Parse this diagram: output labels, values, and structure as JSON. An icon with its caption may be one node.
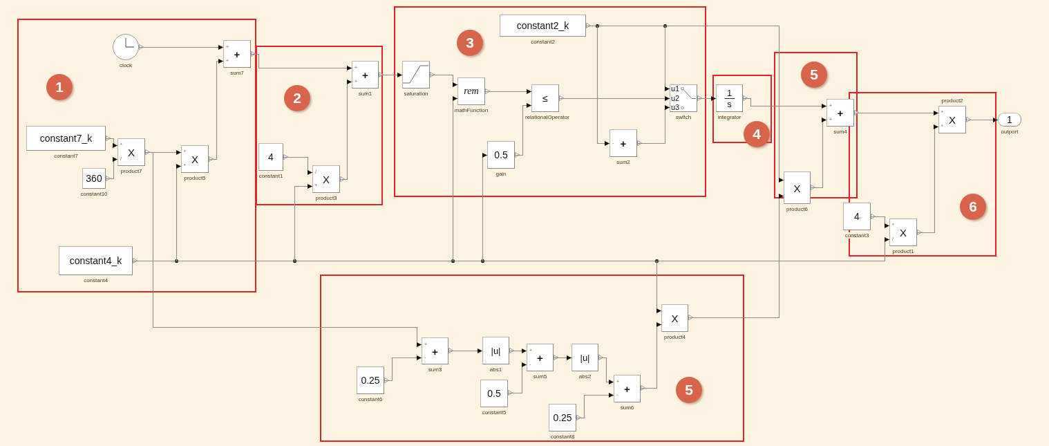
{
  "diagram": {
    "nodes": [
      {
        "text": [
          "1"
        ]
      },
      {
        "text": [],
        "shape": "circle",
        "in": 0,
        "beside": [
          "clock"
        ]
      },
      {
        "text": [
          "+",
          "+",
          "+"
        ],
        "in": 0,
        "beside": [
          "sum7"
        ]
      },
      {
        "text": [
          "constant7_k"
        ],
        "in": 0,
        "beside": [
          "constant7"
        ]
      },
      {
        "text": [
          "*",
          "X",
          "/"
        ],
        "in": 0,
        "beside": [
          "product7"
        ]
      },
      {
        "text": [
          "360"
        ],
        "in": 0,
        "beside": [
          "constant10"
        ]
      },
      {
        "text": [
          "*",
          "X",
          "*"
        ],
        "in": 0,
        "beside": [
          "product5"
        ]
      },
      {
        "text": [
          "constant4_k"
        ],
        "in": 0,
        "beside": [
          "constant4"
        ]
      },
      {
        "text": [
          "2"
        ]
      },
      {
        "text": [
          "+",
          "+",
          "+"
        ],
        "in": 8,
        "beside": [
          "sum1"
        ]
      },
      {
        "text": [
          "4"
        ],
        "in": 8,
        "beside": [
          "constant1"
        ]
      },
      {
        "text": [
          "/",
          "X",
          "*"
        ],
        "in": 8,
        "beside": [
          "product3"
        ]
      },
      {
        "text": [
          "3"
        ]
      },
      {
        "text": [
          "constant2_k"
        ],
        "in": 12,
        "beside": [
          "constant2"
        ]
      },
      {
        "text": [],
        "shape": "box",
        "in": 12,
        "beside": [
          "saturation"
        ]
      },
      {
        "text": [
          "rem"
        ],
        "in": 12,
        "beside": [
          "mathFunction"
        ]
      },
      {
        "text": [
          "≤"
        ],
        "in": 12,
        "beside": [
          "relationalOperator"
        ]
      },
      {
        "text": [
          "u1",
          "u2",
          "u3"
        ],
        "in": 12,
        "beside": [
          "switch"
        ]
      },
      {
        "text": [
          "-",
          "+"
        ],
        "in": 12,
        "beside": [
          "sum2"
        ]
      },
      {
        "text": [
          "0.5"
        ],
        "in": 12,
        "beside": [
          "gain"
        ]
      },
      {
        "text": [
          "4"
        ]
      },
      {
        "text": [
          "1",
          "s"
        ],
        "in": 20,
        "beside": [
          "integrator"
        ]
      },
      {
        "text": [
          "5"
        ]
      },
      {
        "text": [
          "+",
          "+",
          "+"
        ],
        "in": 22,
        "beside": [
          "sum4"
        ]
      },
      {
        "text": [
          "X"
        ],
        "beside": [
          "product6"
        ]
      },
      {
        "text": [
          "6"
        ]
      },
      {
        "text": [
          "*",
          "X",
          "*"
        ],
        "in": 25,
        "beside": [
          "product2"
        ]
      },
      {
        "text": [
          "1"
        ],
        "beside": [
          "outport"
        ]
      },
      {
        "text": [
          "4"
        ],
        "beside": [
          "constant3"
        ]
      },
      {
        "text": [
          "*",
          "X",
          "/"
        ],
        "in": 25,
        "beside": [
          "product1"
        ]
      },
      {
        "text": [
          "5"
        ]
      },
      {
        "text": [
          "X"
        ],
        "in": 30,
        "beside": [
          "product4"
        ]
      },
      {
        "text": [
          "+",
          "+",
          "-"
        ],
        "in": 30,
        "beside": [
          "sum3"
        ]
      },
      {
        "text": [
          "|u|"
        ],
        "in": 30,
        "beside": [
          "abs1"
        ]
      },
      {
        "text": [
          "+",
          "+",
          "-"
        ],
        "in": 30,
        "beside": [
          "sum5"
        ]
      },
      {
        "text": [
          "|u|"
        ],
        "in": 30,
        "beside": [
          "abs2"
        ]
      },
      {
        "text": [
          "0.25"
        ],
        "in": 30,
        "beside": [
          "constant6"
        ]
      },
      {
        "text": [
          "+",
          "+",
          "-"
        ],
        "in": 30,
        "beside": [
          "sum6"
        ]
      },
      {
        "text": [
          "0.5"
        ],
        "in": 30,
        "beside": [
          "constant5"
        ]
      },
      {
        "text": [
          "0.25"
        ],
        "in": 30,
        "beside": [
          "constant8"
        ]
      }
    ],
    "edges": [
      {
        "from": 1,
        "to": 2,
        "arrow": "to"
      },
      {
        "from": 2,
        "to": 9,
        "arrow": "to"
      },
      {
        "from": 3,
        "to": 4,
        "arrow": "to"
      },
      {
        "from": 5,
        "to": 4,
        "arrow": "to"
      },
      {
        "from": 4,
        "to": 6,
        "arrow": "to"
      },
      {
        "from": 6,
        "to": 2,
        "arrow": "to"
      },
      {
        "from": 7,
        "to": 6,
        "arrow": "to"
      },
      {
        "from": 4,
        "to": 32,
        "arrow": "to"
      },
      {
        "from": 7,
        "to": 11,
        "arrow": "to"
      },
      {
        "from": 10,
        "to": 11,
        "arrow": "to"
      },
      {
        "from": 11,
        "to": 9,
        "arrow": "to"
      },
      {
        "from": 9,
        "to": 14,
        "arrow": "to"
      },
      {
        "from": 14,
        "to": 15,
        "arrow": "to"
      },
      {
        "from": 7,
        "to": 15,
        "arrow": "to"
      },
      {
        "from": 15,
        "to": 16,
        "arrow": "to"
      },
      {
        "from": 7,
        "to": 19,
        "arrow": "to"
      },
      {
        "from": 19,
        "to": 16,
        "arrow": "to"
      },
      {
        "from": 13,
        "to": 18,
        "arrow": "to"
      },
      {
        "from": 13,
        "to": 17,
        "arrow": "to"
      },
      {
        "from": 16,
        "to": 17,
        "arrow": "to"
      },
      {
        "from": 18,
        "to": 17,
        "arrow": "to"
      },
      {
        "from": 17,
        "to": 21,
        "arrow": "to"
      },
      {
        "from": 21,
        "to": 23,
        "arrow": "to"
      },
      {
        "from": 13,
        "to": 24,
        "arrow": "to"
      },
      {
        "from": 31,
        "to": 24,
        "arrow": "to"
      },
      {
        "from": 24,
        "to": 23,
        "arrow": "to"
      },
      {
        "from": 23,
        "to": 26,
        "arrow": "to"
      },
      {
        "from": 26,
        "to": 27,
        "arrow": "to"
      },
      {
        "from": 28,
        "to": 29,
        "arrow": "to"
      },
      {
        "from": 7,
        "to": 29,
        "arrow": "to"
      },
      {
        "from": 29,
        "to": 26,
        "arrow": "to"
      },
      {
        "from": 7,
        "to": 31,
        "arrow": "to"
      },
      {
        "from": 32,
        "to": 33,
        "arrow": "to"
      },
      {
        "from": 36,
        "to": 32,
        "arrow": "to"
      },
      {
        "from": 33,
        "to": 34,
        "arrow": "to"
      },
      {
        "from": 38,
        "to": 34,
        "arrow": "to"
      },
      {
        "from": 34,
        "to": 35,
        "arrow": "to"
      },
      {
        "from": 35,
        "to": 37,
        "arrow": "to"
      },
      {
        "from": 39,
        "to": 37,
        "arrow": "to"
      },
      {
        "from": 37,
        "to": 31,
        "arrow": "to"
      }
    ]
  }
}
